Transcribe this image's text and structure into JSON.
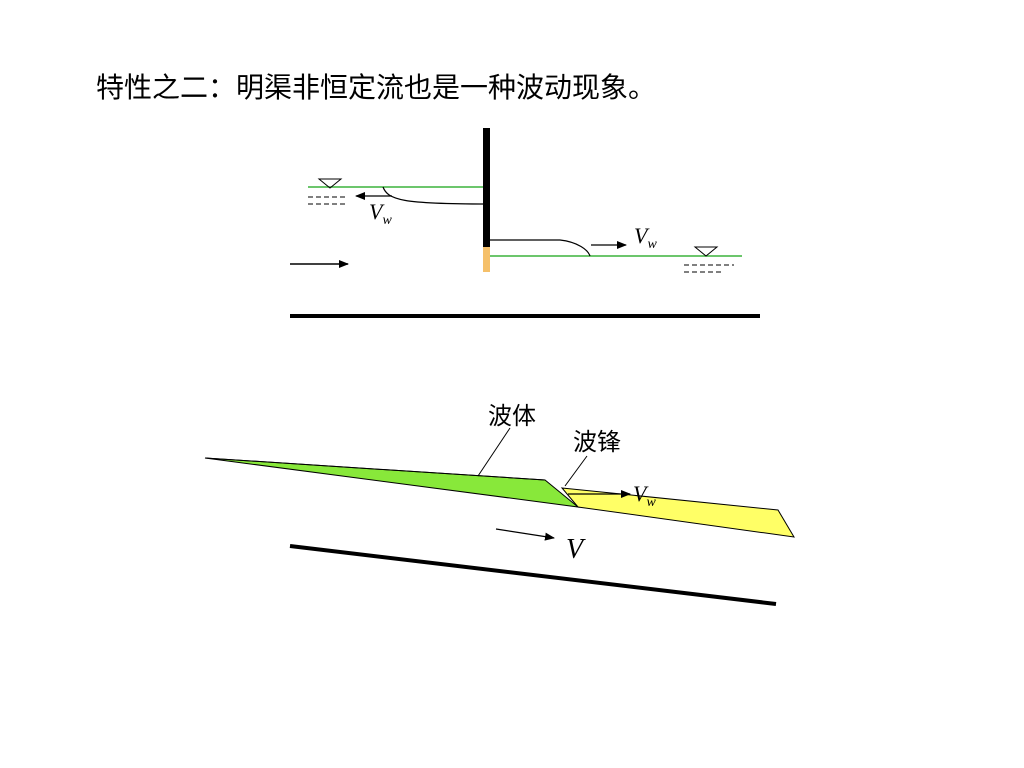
{
  "title": "特性之二：明渠非恒定流也是一种波动现象。",
  "gate_diagram": {
    "upstream_wave_label": "V",
    "upstream_wave_sub": "w",
    "downstream_wave_label": "V",
    "downstream_wave_sub": "w",
    "colors": {
      "water_line": "#3cb43c",
      "gate": "#000000",
      "gate_bottom": "#f5c06a",
      "bed": "#000000"
    }
  },
  "slope_diagram": {
    "wave_body_label": "波体",
    "wave_front_label": "波锋",
    "wave_velocity_label": "V",
    "wave_velocity_sub": "w",
    "flow_velocity_label": "V",
    "colors": {
      "wave_body": "#88e83a",
      "downstream_flow": "#ffff66",
      "bed": "#000000"
    }
  }
}
